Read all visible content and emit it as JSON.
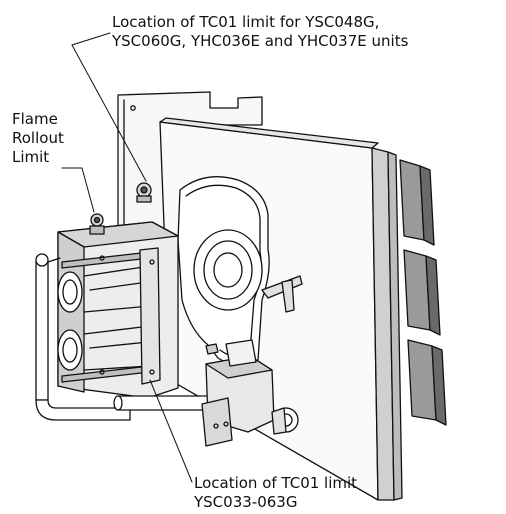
{
  "callouts": {
    "top": {
      "line1": "Location of TC01 limit for YSC048G,",
      "line2": "YSC060G, YHC036E and YHC037E units"
    },
    "flame": {
      "line1": "Flame",
      "line2": "Rollout",
      "line3": "Limit"
    },
    "bottom": {
      "line1": "Location of TC01 limit",
      "line2": "YSC033-063G"
    }
  },
  "colors": {
    "line": "#111111",
    "fill_light": "#f7f7f7",
    "fill_mid": "#d9d9d9",
    "fill_dark": "#555555"
  }
}
